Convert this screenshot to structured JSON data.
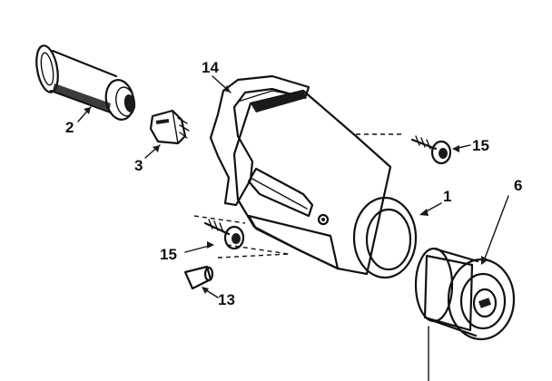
{
  "labels": {
    "l1": "1",
    "l2": "2",
    "l3": "3",
    "l6": "6",
    "l13": "13",
    "l14": "14",
    "l15a": "15",
    "l15b": "15"
  }
}
